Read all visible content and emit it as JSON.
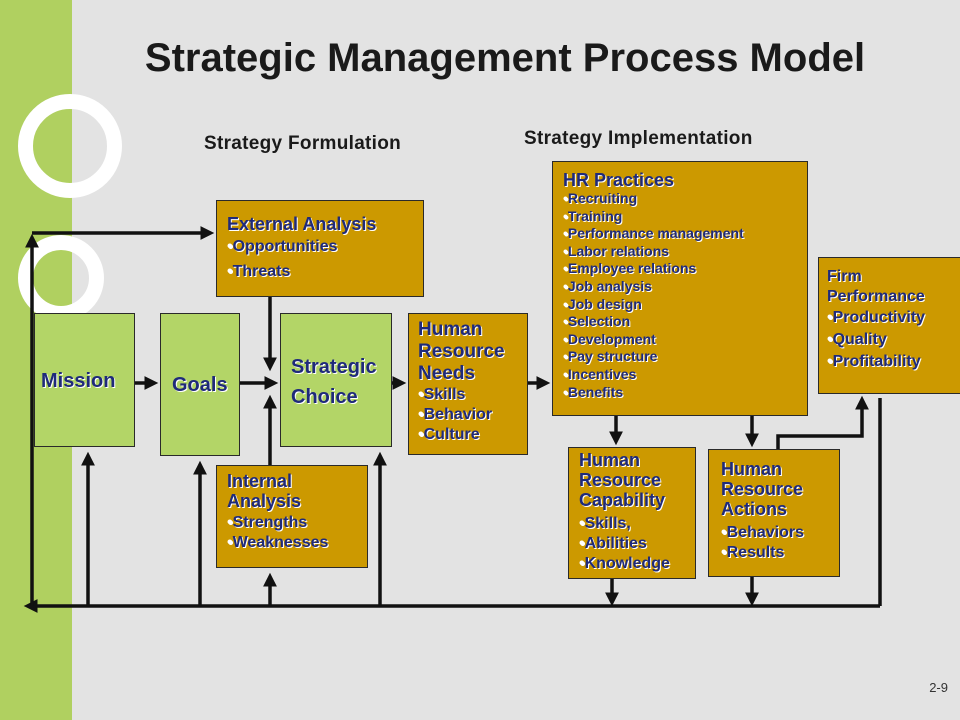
{
  "title": "Strategic Management Process Model",
  "phases": {
    "formulation": "Strategy Formulation",
    "implementation": "Strategy Implementation"
  },
  "mission": {
    "label": "Mission"
  },
  "goals": {
    "label": "Goals"
  },
  "strategic_choice": {
    "line1": "Strategic",
    "line2": "Choice"
  },
  "external_analysis": {
    "title": "External Analysis",
    "items": [
      "Opportunities",
      "Threats"
    ]
  },
  "internal_analysis": {
    "title_line1": "Internal",
    "title_line2": "Analysis",
    "items": [
      "Strengths",
      "Weaknesses"
    ]
  },
  "hr_needs": {
    "title_lines": [
      "Human",
      "Resource",
      "Needs"
    ],
    "items": [
      "Skills",
      "Behavior",
      "Culture"
    ]
  },
  "hr_practices": {
    "title": "HR Practices",
    "items": [
      "Recruiting",
      "Training",
      "Performance management",
      "Labor relations",
      "Employee relations",
      "Job analysis",
      "Job design",
      "Selection",
      "Development",
      "Pay structure",
      "Incentives",
      "Benefits"
    ]
  },
  "hr_capability": {
    "title_lines": [
      "Human",
      "Resource",
      "Capability"
    ],
    "items": [
      "Skills,",
      "Abilities",
      "Knowledge"
    ]
  },
  "hr_actions": {
    "title_lines": [
      "Human",
      "Resource",
      "Actions"
    ],
    "items": [
      "Behaviors",
      "Results"
    ]
  },
  "firm_performance": {
    "title_lines": [
      "Firm",
      "Performance"
    ],
    "items": [
      "Productivity",
      "Quality",
      "Profitability"
    ]
  },
  "page_number": "2-9",
  "colors": {
    "sidebar": "#b0d060",
    "green_box": "#b3d567",
    "gold_box": "#cc9900",
    "text_navy": "#1f2a7a",
    "background": "#e3e3e3"
  }
}
